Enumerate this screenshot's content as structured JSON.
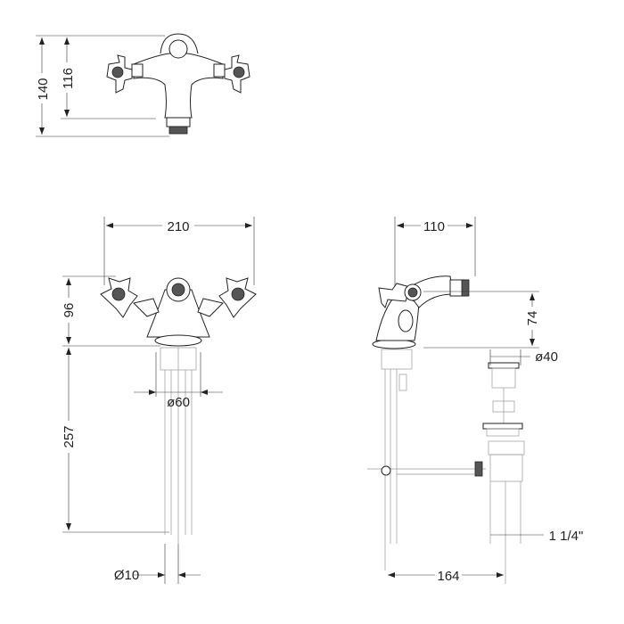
{
  "dimensions": {
    "top_view": {
      "overall_height": "140",
      "spout_height": "116"
    },
    "front_view": {
      "width": "210",
      "height_above_deck": "96",
      "tail_length": "257",
      "base_diameter": "ø60",
      "tail_diameter": "Ø10"
    },
    "side_view": {
      "depth": "110",
      "spray_height": "74",
      "waste_diameter": "ø40",
      "waste_thread": "1 1/4\"",
      "waste_offset": "164"
    }
  }
}
